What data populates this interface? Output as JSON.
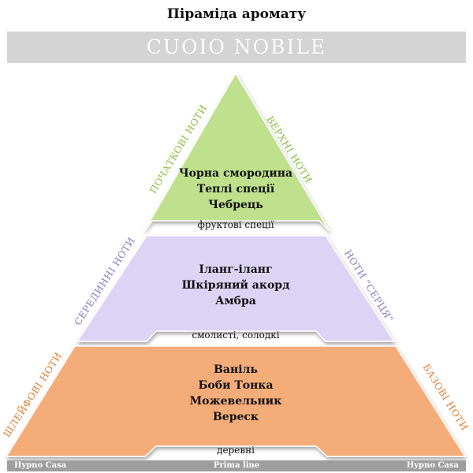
{
  "title": "Піраміда аромату",
  "banner": "CUOIO NOBILE",
  "tiers": {
    "top": {
      "notes": [
        "Чорна смородина",
        "Теплі спеції",
        "Чебрець"
      ],
      "caption": "фруктові спеції",
      "label_left": "ПОЧАТКОВІ НОТИ",
      "label_right": "ВЕРХНІ НОТИ",
      "color": "#bfe08c"
    },
    "middle": {
      "notes": [
        "Іланг-іланг",
        "Шкіряний акорд",
        "Амбра"
      ],
      "caption": "смолисті, солодкі",
      "label_left": "СЕРЕДИННІ НОТИ",
      "label_right": "НОТИ \"СЕРЦЯ\"",
      "color": "#dcd3f5"
    },
    "bottom": {
      "notes": [
        "Ваніль",
        "Боби Тонка",
        "Можевельник",
        "Вереск"
      ],
      "caption": "деревні",
      "label_left": "ШЛЕЙФОВІ НОТИ",
      "label_right": "БАЗОВІ НОТИ",
      "color": "#f4ad78"
    }
  },
  "footer": {
    "left": "Hypno Casa",
    "center": "Prima line",
    "right": "Hypno Casa"
  }
}
